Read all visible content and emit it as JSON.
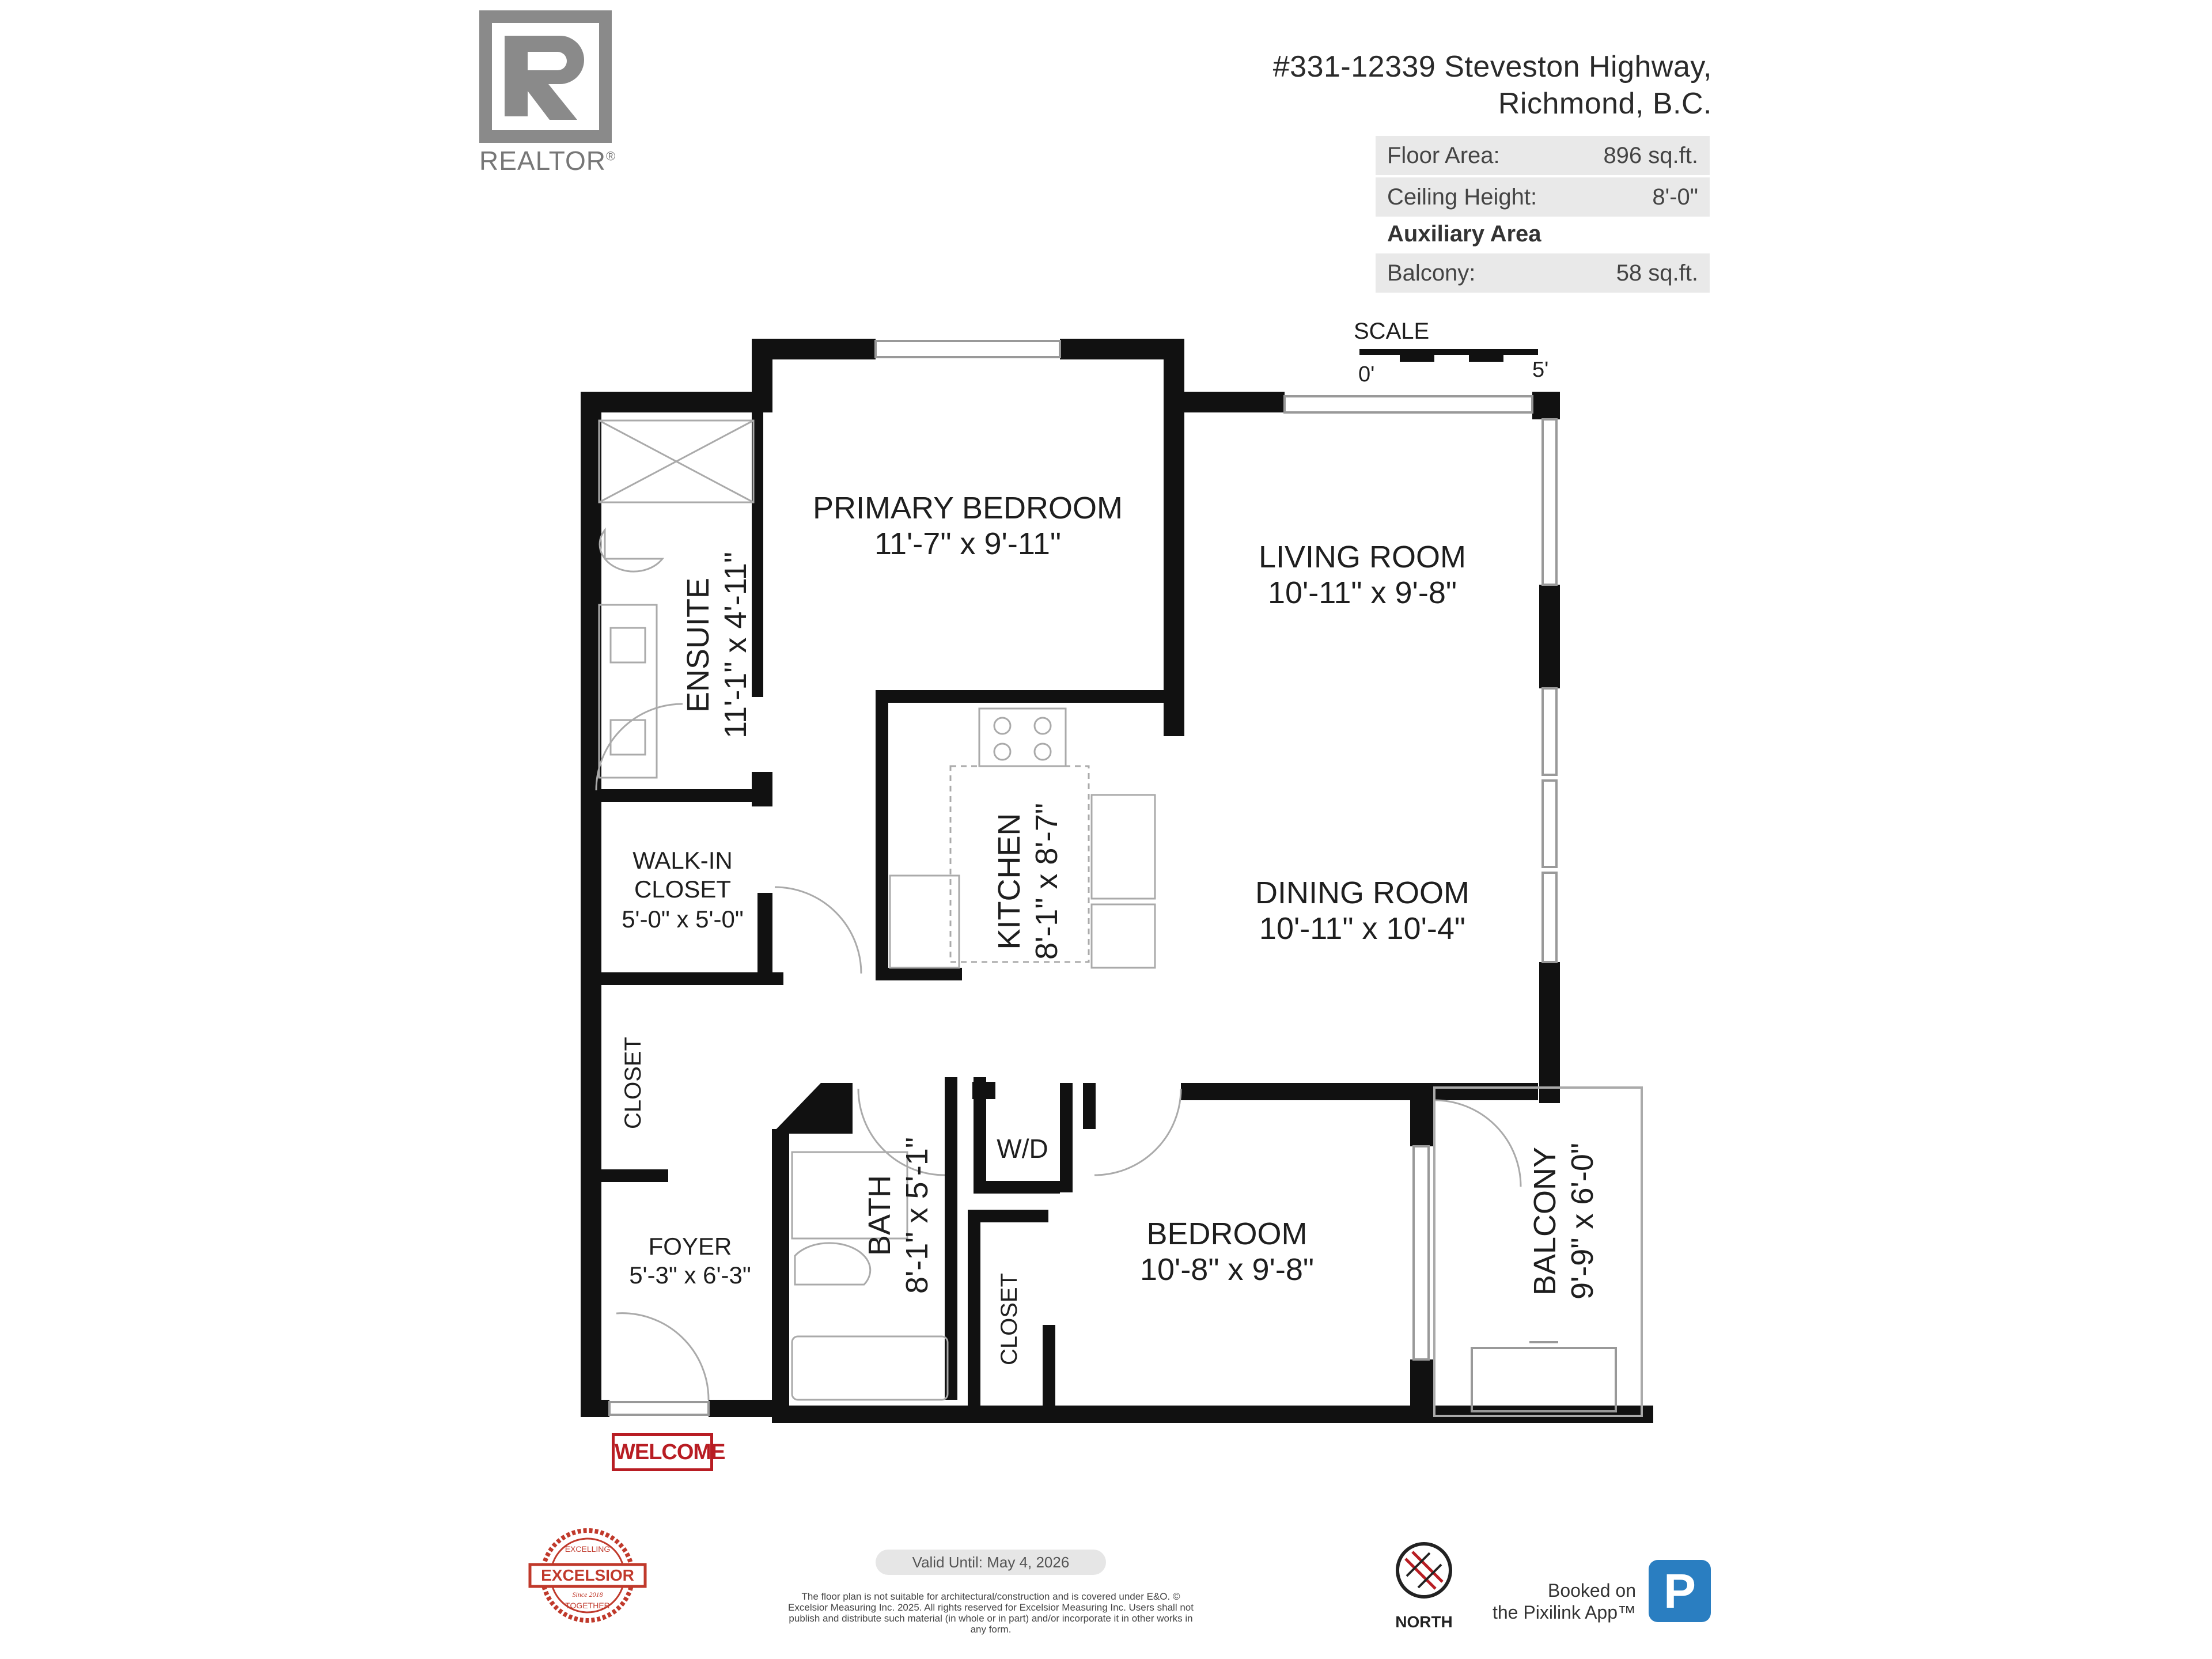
{
  "header": {
    "address_line1": "#331-12339 Steveston Highway,",
    "address_line2": "Richmond, B.C.",
    "logo_text": "REALTOR",
    "logo_mark": "®"
  },
  "info_table": {
    "rows": [
      {
        "label": "Floor Area:",
        "value": "896 sq.ft."
      },
      {
        "label": "Ceiling Height:",
        "value": "8'-0\""
      }
    ],
    "aux_heading": "Auxiliary Area",
    "aux_rows": [
      {
        "label": "Balcony:",
        "value": "58 sq.ft."
      }
    ]
  },
  "scale": {
    "title": "SCALE",
    "start": "0'",
    "end": "5'"
  },
  "rooms": {
    "primary_bedroom": {
      "name": "PRIMARY BEDROOM",
      "dims": "11'-7\" x 9'-11\""
    },
    "living_room": {
      "name": "LIVING ROOM",
      "dims": "10'-11\" x 9'-8\""
    },
    "ensuite": {
      "name": "ENSUITE",
      "dims": "11'-1\" x 4'-11\""
    },
    "kitchen": {
      "name": "KITCHEN",
      "dims": "8'-1\" x 8'-7\""
    },
    "dining_room": {
      "name": "DINING ROOM",
      "dims": "10'-11\" x 10'-4\""
    },
    "walk_in_closet": {
      "name_line1": "WALK-IN",
      "name_line2": "CLOSET",
      "dims": "5'-0\" x 5'-0\""
    },
    "closet_hall": {
      "name": "CLOSET"
    },
    "bath": {
      "name": "BATH",
      "dims": "8'-1\" x 5'-1\""
    },
    "washer_dryer": {
      "name": "W/D"
    },
    "bedroom": {
      "name": "BEDROOM",
      "dims": "10'-8\" x 9'-8\""
    },
    "balcony": {
      "name": "BALCONY",
      "dims": "9'-9\" x 6'-0\""
    },
    "foyer": {
      "name": "FOYER",
      "dims": "5'-3\" x 6'-3\""
    },
    "closet_bedroom": {
      "name": "CLOSET"
    }
  },
  "welcome_mat": "WELCOME",
  "footer": {
    "valid_until": "Valid Until: May 4, 2026",
    "disclaimer": "The floor plan is not suitable for architectural/construction and is covered under E&O. © Excelsior Measuring Inc. 2025. All rights reserved for Excelsior Measuring Inc. Users shall not publish and distribute such material (in whole or in part) and/or incorporate it in other works in any form.",
    "badge_top": "EXCELLING",
    "badge_main": "EXCELSIOR",
    "badge_bottom": "TOGETHER",
    "badge_since": "Since 2018",
    "north_label": "NORTH",
    "booked_line1": "Booked on",
    "booked_line2": "the Pixilink App™",
    "app_letter": "P"
  },
  "colors": {
    "wall": "#111111",
    "welcome_red": "#b81d23",
    "app_blue": "#2a7ec1",
    "logo_gray": "#8a8a8a"
  }
}
